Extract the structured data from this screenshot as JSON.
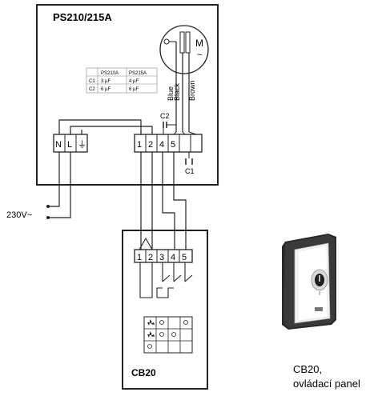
{
  "unit": {
    "title": "PS210/215A",
    "motor_label": "M",
    "motor_tilde": "~",
    "wires": [
      "Blue",
      "Black",
      "Brown"
    ],
    "capacitor_table": {
      "headers": [
        "",
        "PS210A",
        "PS215A"
      ],
      "rows": [
        [
          "C1",
          "3 µF",
          "4 µF"
        ],
        [
          "C2",
          "6 µF",
          "6 µF"
        ]
      ]
    },
    "cap_c2": "C2",
    "cap_c1": "C1",
    "terminals_left": [
      "N",
      "L",
      "⏚"
    ],
    "terminals_right": [
      "1",
      "2",
      "4",
      "5",
      "",
      ""
    ]
  },
  "supply_label": "230V~",
  "controller": {
    "title": "CB20",
    "terminals": [
      "1",
      "2",
      "3",
      "4",
      "5"
    ]
  },
  "product_caption": {
    "line1": "CB20,",
    "line2": "ovládací panel"
  }
}
